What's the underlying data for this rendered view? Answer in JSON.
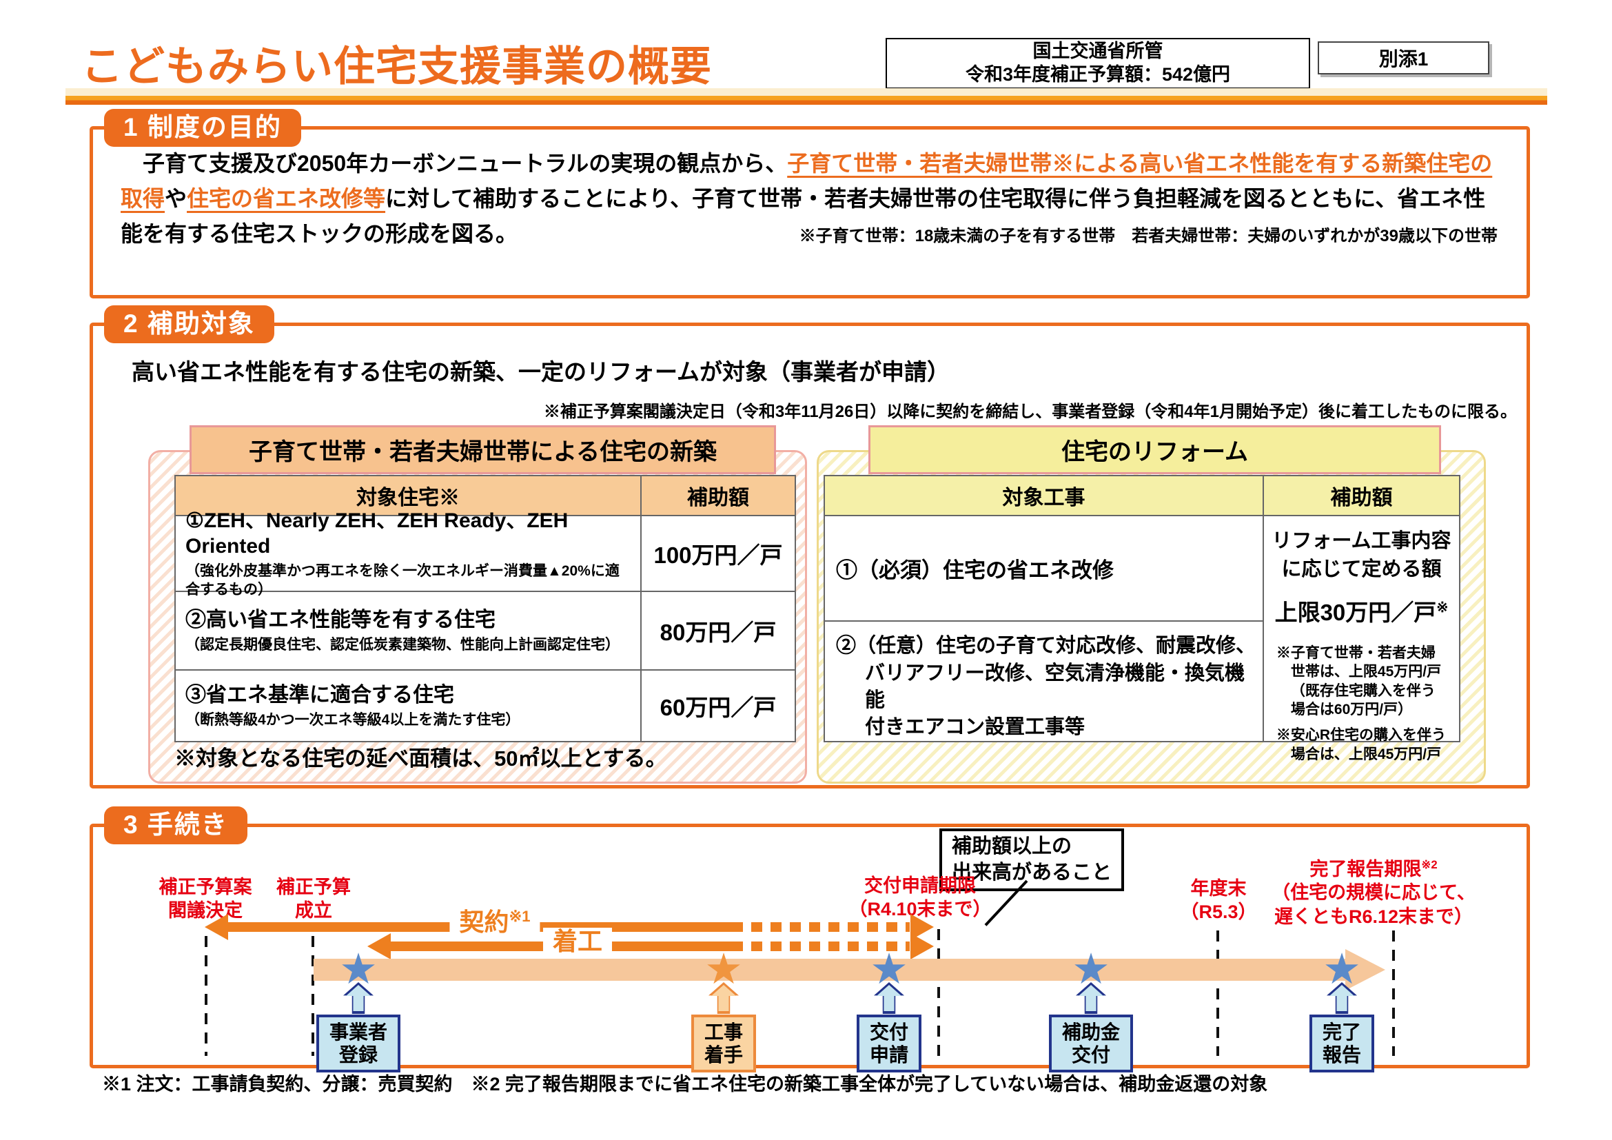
{
  "header": {
    "title": "こどもみらい住宅支援事業の概要",
    "budget_line1": "国土交通省所管",
    "budget_line2": "令和3年度補正予算額：542億円",
    "attachment": "別添1"
  },
  "s1": {
    "heading": "1 制度の目的",
    "l1a": "　子育て支援及び2050年カーボンニュートラルの実現の観点から、",
    "l1b": "子育て世帯・若者夫婦世帯※による高い省エネ性能を有する新築住宅の",
    "l2a": "取得",
    "l2b": "や",
    "l2c": "住宅の省エネ改修等",
    "l2d": "に対して補助することにより、子育て世帯・若者夫婦世帯の住宅取得に伴う負担軽減を図るとともに、省エネ性",
    "l3a": "能を有する住宅ストックの形成を図る。",
    "l3note": "※子育て世帯：18歳未満の子を有する世帯　若者夫婦世帯：夫婦のいずれかが39歳以下の世帯"
  },
  "s2": {
    "heading": "2 補助対象",
    "lead": "高い省エネ性能を有する住宅の新築、一定のリフォームが対象（事業者が申請）",
    "note": "※補正予算案閣議決定日（令和3年11月26日）以降に契約を締結し、事業者登録（令和4年1月開始予定）後に着工したものに限る。",
    "new": {
      "banner": "子育て世帯・若者夫婦世帯による住宅の新築",
      "col_house": "対象住宅※",
      "col_amount": "補助額",
      "rows": [
        {
          "title": "①ZEH、Nearly ZEH、ZEH Ready、ZEH Oriented",
          "sub": "（強化外皮基準かつ再エネを除く一次エネルギー消費量▲20%に適合するもの）",
          "amount": "100万円／戸"
        },
        {
          "title": "②高い省エネ性能等を有する住宅",
          "sub": "（認定長期優良住宅、認定低炭素建築物、性能向上計画認定住宅）",
          "amount": "80万円／戸"
        },
        {
          "title": "③省エネ基準に適合する住宅",
          "sub": "（断熱等級4かつ一次エネ等級4以上を満たす住宅）",
          "amount": "60万円／戸"
        }
      ],
      "foot": "※対象となる住宅の延べ面積は、50㎡以上とする。"
    },
    "reform": {
      "banner": "住宅のリフォーム",
      "col_work": "対象工事",
      "col_amount": "補助額",
      "row1": "①（必須）住宅の省エネ改修",
      "row2_l1": "②（任意）住宅の子育て対応改修、耐震改修、",
      "row2_l2": "バリアフリー改修、空気清浄機能・換気機能",
      "row2_l3": "付きエアコン設置工事等",
      "amount_l1": "リフォーム工事内容",
      "amount_l2": "に応じて定める額",
      "cap": "上限30万円／戸",
      "cap_sup": "※",
      "note1": "※子育て世帯・若者夫婦世帯は、上限45万円/戸（既存住宅購入を伴う場合は60万円/戸）",
      "note2": "※安心R住宅の購入を伴う場合は、上限45万円/戸"
    }
  },
  "s3": {
    "heading": "3 手続き",
    "callout_l1": "補助額以上の",
    "callout_l2": "出来高があること",
    "m1a": "補正予算案",
    "m1b": "閣議決定",
    "m2a": "補正予算",
    "m2b": "成立",
    "m3a": "交付申請期限",
    "m3b": "（R4.10末まで）",
    "m4a": "年度末",
    "m4b": "（R5.3）",
    "m5a": "完了報告期限",
    "m5sup": "※2",
    "m5b": "（住宅の規模に応じて、",
    "m5c": "遅くともR6.12末まで）",
    "arrow1": "契約",
    "arrow1_sup": "※1",
    "arrow2": "着工",
    "steps": [
      {
        "l1": "事業者",
        "l2": "登録"
      },
      {
        "l1": "工事",
        "l2": "着手"
      },
      {
        "l1": "交付",
        "l2": "申請"
      },
      {
        "l1": "補助金",
        "l2": "交付"
      },
      {
        "l1": "完了",
        "l2": "報告"
      }
    ],
    "foot": "※1 注文：工事請負契約、分譲：売買契約　※2 完了報告期限までに省エネ住宅の新築工事全体が完了していない場合は、補助金返還の対象"
  },
  "icons": {
    "star": "★"
  },
  "colors": {
    "accent_orange": "#EC6C1E",
    "arrow_orange": "#EE7F1F",
    "band_orange": "#F6C79B",
    "red": "#E60012",
    "blue_border": "#22348C",
    "blue_fill": "#C7E5F0",
    "star_blue": "#5B8AC9",
    "star_orange": "#F0953F",
    "peach_header": "#F8CB97",
    "yellow_header": "#F5F0A8"
  }
}
